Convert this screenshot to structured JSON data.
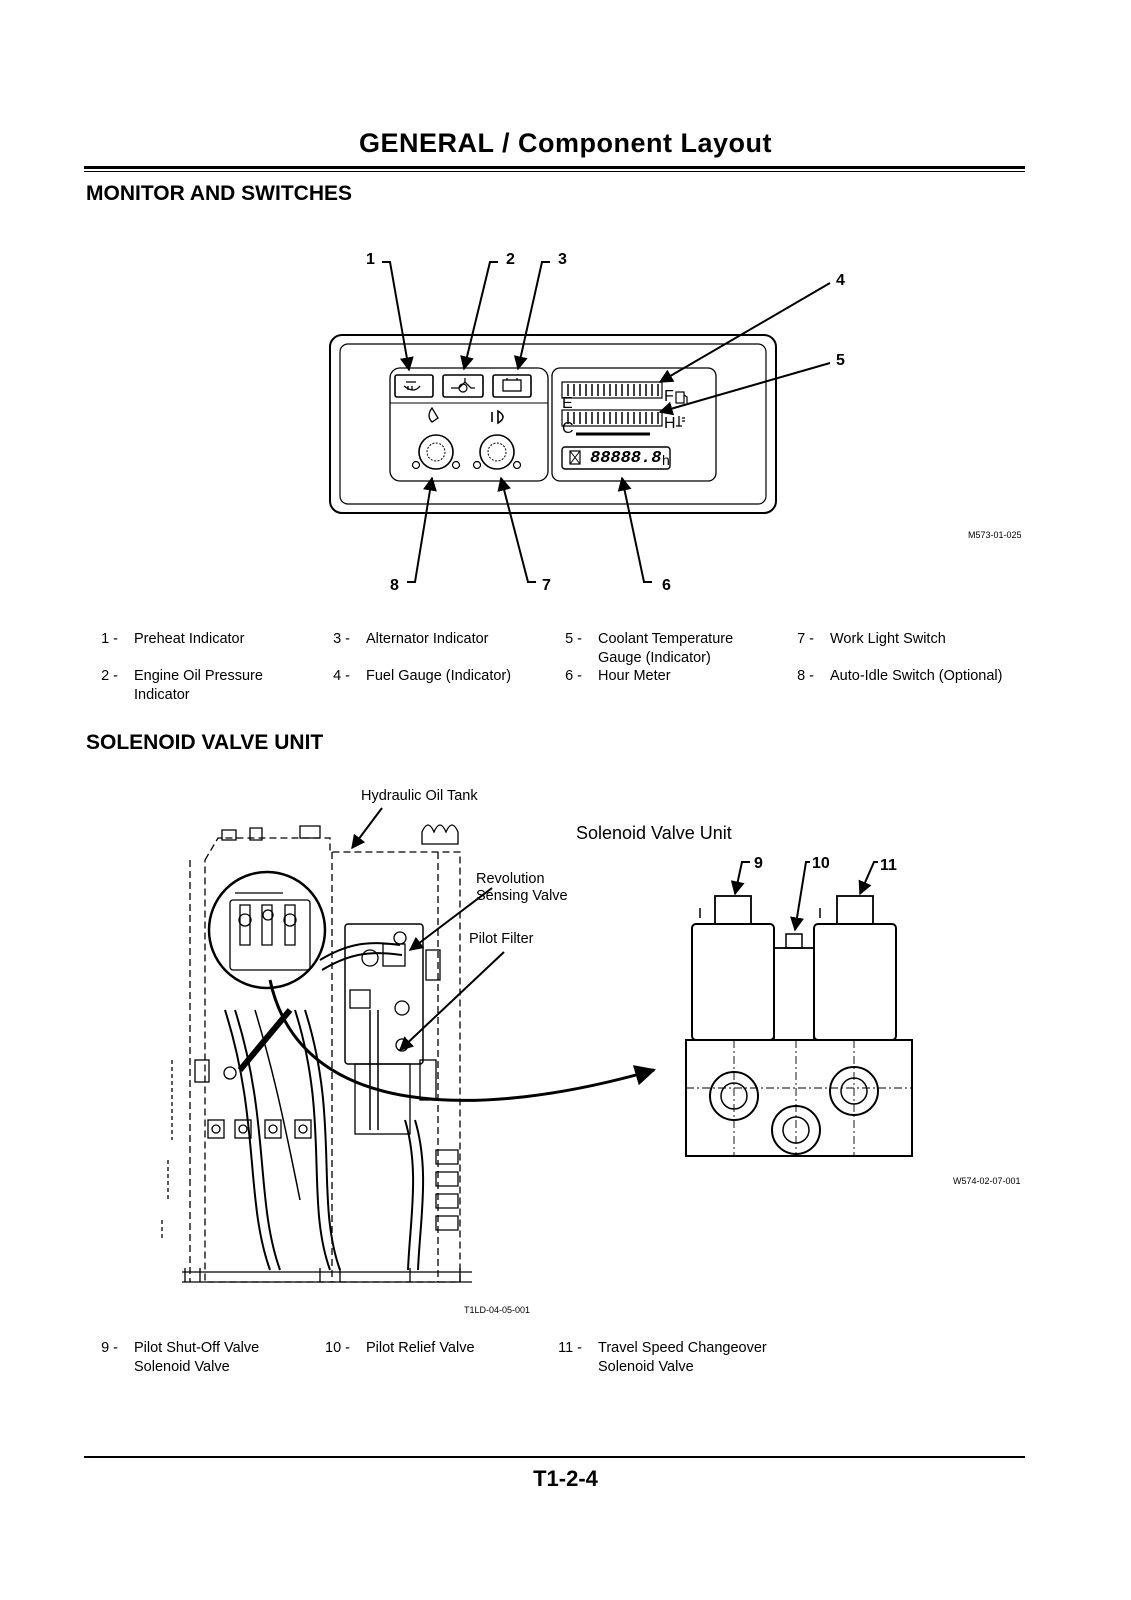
{
  "page_title": "GENERAL / Component Layout",
  "section_monitor": {
    "heading": "MONITOR AND SWITCHES",
    "figure_code": "M573-01-025",
    "callouts": [
      "1",
      "2",
      "3",
      "4",
      "5",
      "6",
      "7",
      "8"
    ],
    "display": {
      "gauge_fuel_left": "E",
      "gauge_fuel_right": "F",
      "gauge_temp_left": "C",
      "gauge_temp_right": "H",
      "hour_meter": "88888.8",
      "hour_unit": "h"
    },
    "legend": [
      {
        "num": "1 -",
        "line1": "Preheat Indicator",
        "line2": ""
      },
      {
        "num": "2 -",
        "line1": "Engine Oil Pressure",
        "line2": "Indicator"
      },
      {
        "num": "3 -",
        "line1": "Alternator Indicator",
        "line2": ""
      },
      {
        "num": "4 -",
        "line1": "Fuel Gauge (Indicator)",
        "line2": ""
      },
      {
        "num": "5 -",
        "line1": "Coolant Temperature",
        "line2": "Gauge (Indicator)"
      },
      {
        "num": "6 -",
        "line1": "Hour Meter",
        "line2": ""
      },
      {
        "num": "7 -",
        "line1": "Work Light Switch",
        "line2": ""
      },
      {
        "num": "8 -",
        "line1": "Auto-Idle Switch (Optional)",
        "line2": ""
      }
    ]
  },
  "section_solenoid": {
    "heading": "SOLENOID VALVE UNIT",
    "label_tank": "Hydraulic Oil Tank",
    "label_unit": "Solenoid Valve Unit",
    "label_revolution_1": "Revolution",
    "label_revolution_2": "Sensing Valve",
    "label_pilot_filter": "Pilot Filter",
    "callouts": [
      "9",
      "10",
      "11"
    ],
    "figure_code_1": "W574-02-07-001",
    "figure_code_2": "T1LD-04-05-001",
    "legend": [
      {
        "num": "9 -",
        "line1": "Pilot Shut-Off Valve",
        "line2": "Solenoid Valve"
      },
      {
        "num": "10 -",
        "line1": "Pilot Relief Valve",
        "line2": ""
      },
      {
        "num": "11 -",
        "line1": "Travel Speed Changeover",
        "line2": "Solenoid Valve"
      }
    ]
  },
  "page_number": "T1-2-4",
  "colors": {
    "ink": "#000000",
    "paper": "#ffffff"
  }
}
